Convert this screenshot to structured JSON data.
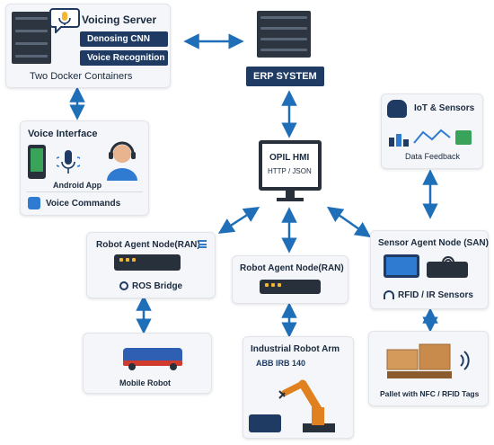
{
  "voicing_server": {
    "title": "Voicing Server",
    "modules": [
      "Denosing CNN",
      "Voice Recognition"
    ],
    "caption": "Two Docker Containers"
  },
  "erp": {
    "label": "ERP SYSTEM"
  },
  "voice_interface": {
    "title": "Voice Interface",
    "app_label": "Android App",
    "commands_label": "Voice Commands"
  },
  "iot": {
    "title": "IoT & Sensors",
    "caption": "Data Feedback"
  },
  "hmi": {
    "title": "OPIL HMI",
    "subtitle": "HTTP / JSON"
  },
  "ran_left": {
    "title": "Robot Agent Node(RAN)",
    "caption": "ROS Bridge"
  },
  "ran_mid": {
    "title": "Robot Agent Node(RAN)"
  },
  "san": {
    "title": "Sensor Agent Node (SAN)",
    "caption": "RFID / IR Sensors"
  },
  "mobile_robot": {
    "caption": "Mobile Robot"
  },
  "robot_arm": {
    "title": "Industrial Robot Arm",
    "model": "ABB IRB 140"
  },
  "pallet": {
    "caption": "Pallet with NFC / RFID Tags"
  },
  "colors": {
    "arrow": "#1f6fb8",
    "navy": "#1f3b63",
    "accent_blue": "#2f7bd1"
  }
}
